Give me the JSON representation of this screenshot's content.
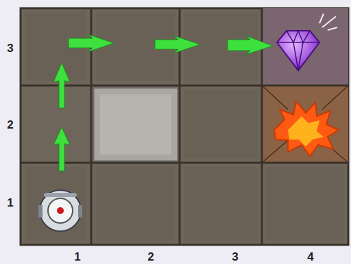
{
  "diagram": {
    "labels": [
      "3",
      "2",
      "1",
      "1",
      "2",
      "3",
      "4"
    ]
  }
}
